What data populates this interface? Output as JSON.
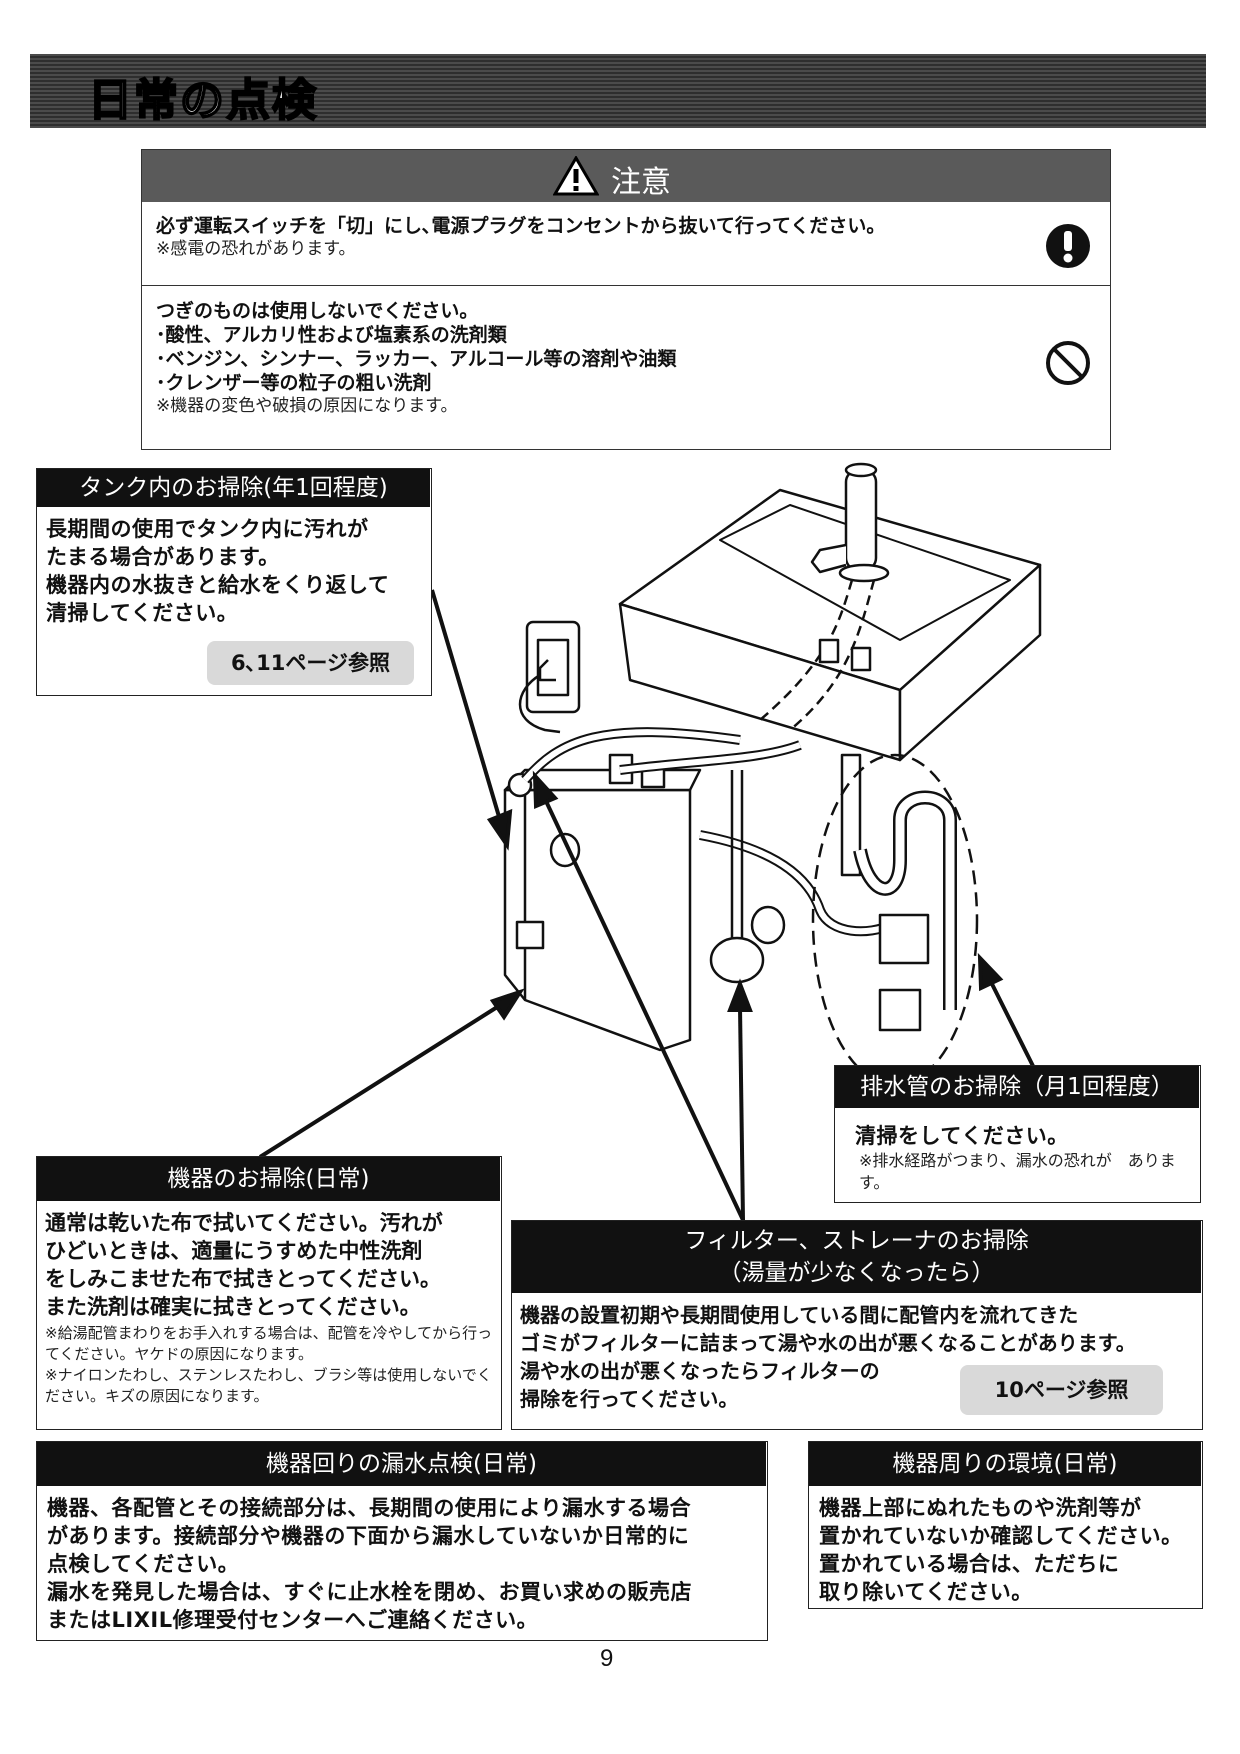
{
  "header": {
    "title": "日常の点検"
  },
  "caution": {
    "title": "注意",
    "row1": {
      "main": "必ず運転スイッチを「切」にし､電源プラグをコンセントから抜いて行ってください。",
      "note": "※感電の恐れがあります。"
    },
    "row2": {
      "lines": [
        "つぎのものは使用しないでください。",
        "･酸性、アルカリ性および塩素系の洗剤類",
        "･ベンジン、シンナー、ラッカー、アルコール等の溶剤や油類",
        "･クレンザー等の粒子の粗い洗剤"
      ],
      "note": "※機器の変色や破損の原因になります。"
    }
  },
  "tank": {
    "title": "タンク内のお掃除(年1回程度)",
    "lines": [
      "長期間の使用でタンク内に汚れが",
      "たまる場合があります。",
      "機器内の水抜きと給水をくり返して",
      "清掃してください。"
    ],
    "ref": "6､11ページ参照"
  },
  "drain": {
    "title": "排水管のお掃除（月1回程度）",
    "main": "清掃をしてください。",
    "note": "※排水経路がつまり、漏水の恐れが　あります。"
  },
  "device": {
    "title": "機器のお掃除(日常)",
    "lines": [
      "通常は乾いた布で拭いてください。汚れが",
      "ひどいときは、適量にうすめた中性洗剤",
      "をしみこませた布で拭きとってください。",
      "また洗剤は確実に拭きとってください。"
    ],
    "notes": [
      "※給湯配管まわりをお手入れする場合は、配管を冷やしてから行ってください。ヤケドの原因になります。",
      "※ナイロンたわし、ステンレスたわし、ブラシ等は使用しないでください。キズの原因になります。"
    ]
  },
  "filter": {
    "title_line1": "フィルター、ストレーナのお掃除",
    "title_line2": "（湯量が少なくなったら）",
    "lines": [
      "機器の設置初期や長期間使用している間に配管内を流れてきた",
      "ゴミがフィルターに詰まって湯や水の出が悪くなることがあります。",
      "湯や水の出が悪くなったらフィルターの",
      "掃除を行ってください。"
    ],
    "ref": "10ページ参照"
  },
  "leak": {
    "title": "機器回りの漏水点検(日常)",
    "lines": [
      "機器、各配管とその接続部分は、長期間の使用により漏水する場合",
      "があります。接続部分や機器の下面から漏水していないか日常的に",
      "点検してください。",
      "漏水を発見した場合は、すぐに止水栓を閉め、お買い求めの販売店",
      "またはLIXIL修理受付センターへご連絡ください。"
    ]
  },
  "environment": {
    "title": "機器周りの環境(日常)",
    "lines": [
      "機器上部にぬれたものや洗剤等が",
      "置かれていないか確認してください。",
      "置かれている場合は、ただちに",
      "取り除いてください。"
    ]
  },
  "page_number": "9",
  "illustration": {
    "icons": [
      "warning-icon",
      "exclamation-icon",
      "prohibition-icon"
    ]
  }
}
